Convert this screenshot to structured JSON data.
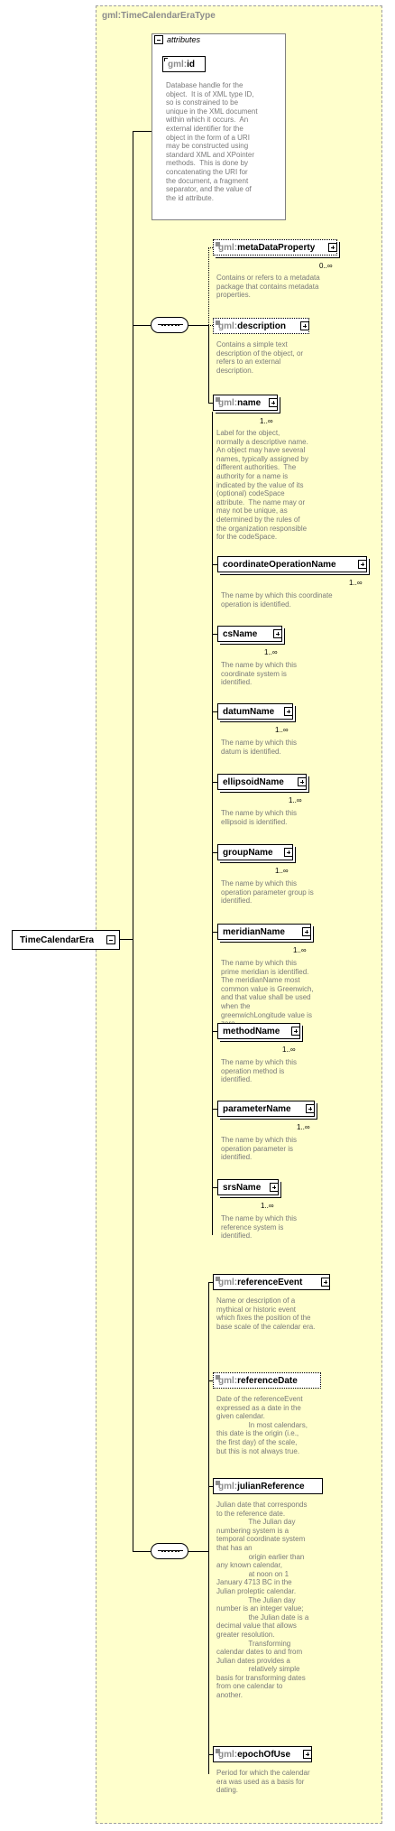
{
  "type_name": {
    "ns": "gml:",
    "name": "TimeCalendarEraType"
  },
  "root": {
    "name": "TimeCalendarEra"
  },
  "attributes": {
    "title": "attributes",
    "id": {
      "ns": "gml:",
      "name": "id"
    },
    "id_doc": [
      "Database handle for the",
      "object.  It is of XML type ID,",
      "so is constrained to be",
      "unique in the XML document",
      "within which it occurs.  An",
      "external identifier for the",
      "object in the form of a URI",
      "may be constructed using",
      "standard XML and XPointer",
      "methods.  This is done by",
      "concatenating the URI for",
      "the document, a fragment",
      "separator, and the value of",
      "the id attribute."
    ]
  },
  "group1": [
    {
      "ns": "gml:",
      "name": "metaDataProperty",
      "card": "0..∞",
      "doc": [
        "Contains or refers to a metadata",
        "package that contains metadata",
        "properties."
      ]
    },
    {
      "ns": "gml:",
      "name": "description",
      "card": "",
      "doc": [
        "Contains a simple text",
        "description of the object, or",
        "refers to an external",
        "description."
      ]
    },
    {
      "ns": "gml:",
      "name": "name",
      "card": "1..∞",
      "doc": [
        "Label for the object,",
        "normally a descriptive name.",
        "An object may have several",
        "names, typically assigned by",
        "different authorities.  The",
        "authority for a name is",
        "indicated by the value of its",
        "(optional) codeSpace",
        "attribute.  The name may or",
        "may not be unique, as",
        "determined by the rules of",
        "the organization responsible",
        "for the codeSpace."
      ]
    }
  ],
  "substitutions": [
    {
      "name": "coordinateOperationName",
      "card": "1..∞",
      "doc": [
        "The name by which this coordinate",
        "operation is identified."
      ]
    },
    {
      "name": "csName",
      "card": "1..∞",
      "doc": [
        "The name by which this",
        "coordinate system is",
        "identified."
      ]
    },
    {
      "name": "datumName",
      "card": "1..∞",
      "doc": [
        "The name by which this",
        "datum is identified."
      ]
    },
    {
      "name": "ellipsoidName",
      "card": "1..∞",
      "doc": [
        "The name by which this",
        "ellipsoid is identified."
      ]
    },
    {
      "name": "groupName",
      "card": "1..∞",
      "doc": [
        "The name by which this",
        "operation parameter group is",
        "identified."
      ]
    },
    {
      "name": "meridianName",
      "card": "1..∞",
      "doc": [
        "The name by which this",
        "prime meridian is identified.",
        "The meridianName most",
        "common value is Greenwich,",
        "and that value shall be used",
        "when the",
        "greenwichLongitude value is",
        "zero."
      ]
    },
    {
      "name": "methodName",
      "card": "1..∞",
      "doc": [
        "The name by which this",
        "operation method is",
        "identified."
      ]
    },
    {
      "name": "parameterName",
      "card": "1..∞",
      "doc": [
        "The name by which this",
        "operation parameter is",
        "identified."
      ]
    },
    {
      "name": "srsName",
      "card": "1..∞",
      "doc": [
        "The name by which this",
        "reference system is",
        "identified."
      ]
    }
  ],
  "group2": [
    {
      "ns": "gml:",
      "name": "referenceEvent",
      "doc": [
        "Name or description of a",
        "mythical or historic event",
        "which fixes the position of the",
        "base scale of the calendar era."
      ]
    },
    {
      "ns": "gml:",
      "name": "referenceDate",
      "doc": [
        "Date of the referenceEvent",
        "expressed as a date in the",
        "given calendar.",
        "                In most calendars,",
        "this date is the origin (i.e.,",
        "the first day) of the scale,",
        "but this is not always true."
      ]
    },
    {
      "ns": "gml:",
      "name": "julianReference",
      "doc": [
        "Julian date that corresponds",
        "to the reference date.",
        "                The Julian day",
        "numbering system is a",
        "temporal coordinate system",
        "that has an",
        "                origin earlier than",
        "any known calendar,",
        "                at noon on 1",
        "January 4713 BC in the",
        "Julian proleptic calendar.",
        "                The Julian day",
        "number is an integer value;",
        "                the Julian date is a",
        "decimal value that allows",
        "greater resolution.",
        "                Transforming",
        "calendar dates to and from",
        "Julian dates provides a",
        "                relatively simple",
        "basis for transforming dates",
        "from one calendar to",
        "another."
      ]
    },
    {
      "ns": "gml:",
      "name": "epochOfUse",
      "doc": [
        "Period for which the calendar",
        "era was used as a basis for",
        "dating."
      ]
    }
  ]
}
